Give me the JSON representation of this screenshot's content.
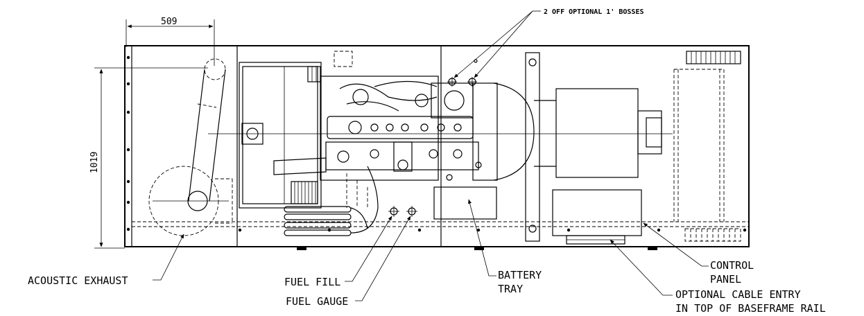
{
  "labels": {
    "bosses": "2 OFF OPTIONAL 1' BOSSES",
    "acoustic_exhaust": "ACOUSTIC EXHAUST",
    "fuel_fill": "FUEL FILL",
    "fuel_gauge": "FUEL GAUGE",
    "battery_tray_1": "BATTERY",
    "battery_tray_2": "TRAY",
    "control_panel_1": "CONTROL",
    "control_panel_2": "PANEL",
    "cable_entry_1": "OPTIONAL CABLE ENTRY",
    "cable_entry_2": "IN TOP OF BASEFRAME RAIL"
  },
  "dimensions": {
    "width": "509",
    "height": "1019"
  }
}
